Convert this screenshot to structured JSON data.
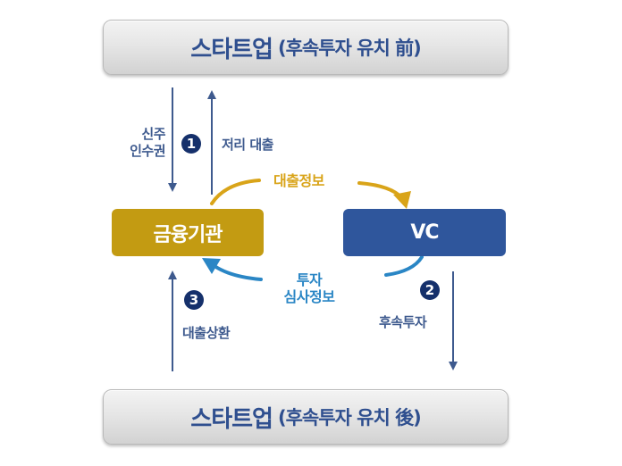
{
  "diagram": {
    "top_bar": {
      "main": "스타트업",
      "sub": "(후속투자 유치 前)"
    },
    "bottom_bar": {
      "main": "스타트업",
      "sub": "(후속투자 유치 後)"
    },
    "nodes": {
      "bank": {
        "label": "금융기관",
        "color": "#c39b12"
      },
      "vc": {
        "label": "VC",
        "color": "#2f569c"
      }
    },
    "steps": [
      {
        "number": "1",
        "flows": [
          {
            "label_lines": [
              "신주",
              "인수권"
            ],
            "direction": "startup-to-bank"
          },
          {
            "label_lines": [
              "저리 대출"
            ],
            "direction": "bank-to-startup"
          }
        ]
      },
      {
        "number": "2",
        "flows": [
          {
            "label_lines": [
              "후속투자"
            ],
            "direction": "vc-to-startup"
          }
        ]
      },
      {
        "number": "3",
        "flows": [
          {
            "label_lines": [
              "대출상환"
            ],
            "direction": "startup-to-bank"
          }
        ]
      }
    ],
    "exchanges": {
      "loan_info": {
        "label": "대출정보",
        "direction": "bank-to-vc",
        "color": "#d9a419"
      },
      "invest_info": {
        "label_lines": [
          "투자",
          "심사정보"
        ],
        "direction": "vc-to-bank",
        "color": "#2a86c5"
      }
    },
    "arrow_color": "#3e5a8e"
  }
}
